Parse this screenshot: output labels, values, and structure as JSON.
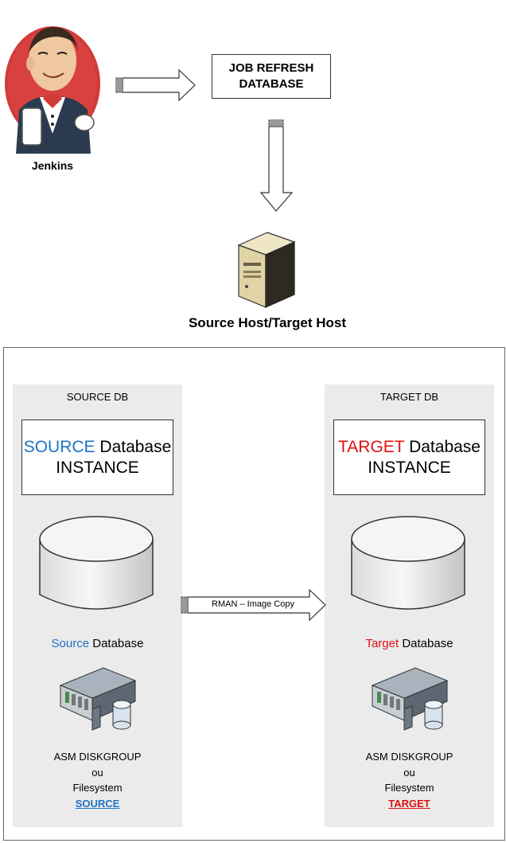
{
  "jenkins": {
    "label": "Jenkins"
  },
  "job_box": {
    "line1": "JOB REFRESH",
    "line2": "DATABASE"
  },
  "host": {
    "label": "Source Host/Target Host"
  },
  "source": {
    "panel_title": "SOURCE DB",
    "instance_word": "SOURCE",
    "instance_rest": " Database",
    "instance_line2": "INSTANCE",
    "db_word": "Source",
    "db_rest": " Database",
    "storage_line1": "ASM DISKGROUP",
    "storage_line2": "ou",
    "storage_line3": "Filesystem",
    "storage_link": "SOURCE"
  },
  "target": {
    "panel_title": "TARGET DB",
    "instance_word": "TARGET",
    "instance_rest": " Database",
    "instance_line2": "INSTANCE",
    "db_word": "Target",
    "db_rest": " Database",
    "storage_line1": "ASM DISKGROUP",
    "storage_line2": "ou",
    "storage_line3": "Filesystem",
    "storage_link": "TARGET"
  },
  "rman_arrow": {
    "label": "RMAN – Image Copy"
  },
  "colors": {
    "source_blue": "#1f73c5",
    "target_red": "#e01010",
    "panel_gray": "#ebebeb"
  },
  "icons": [
    "jenkins-butler-icon",
    "server-tower-icon",
    "database-cylinder-icon",
    "storage-server-icon"
  ]
}
